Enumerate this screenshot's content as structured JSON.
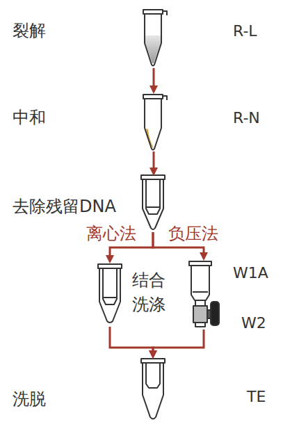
{
  "diagram": {
    "nodes": [
      {
        "text": [
          "裂解",
          "R-L"
        ]
      },
      {
        "text": [
          "中和",
          "R-N"
        ]
      },
      {
        "text": [
          "去除残留DNA"
        ]
      },
      {
        "text": [
          "结合 洗涤"
        ]
      },
      {
        "text": [
          "W1A",
          "W2"
        ]
      },
      {
        "text": [
          "洗脱",
          "TE"
        ]
      }
    ],
    "edges": [
      {
        "from": 0,
        "to": 1,
        "arrow": "to"
      },
      {
        "from": 1,
        "to": 2,
        "arrow": "to"
      },
      {
        "from": 2,
        "to": 3,
        "arrow": "to",
        "label": "离心法"
      },
      {
        "from": 2,
        "to": 4,
        "arrow": "to",
        "label": "负压法"
      },
      {
        "from": 3,
        "to": 5,
        "arrow": "to"
      },
      {
        "from": 4,
        "to": 5,
        "arrow": "to"
      }
    ]
  }
}
